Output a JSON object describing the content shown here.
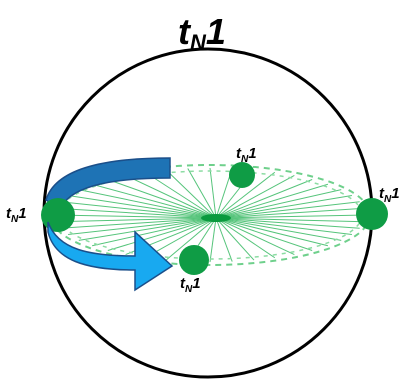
{
  "title": {
    "main": "t",
    "sub": "N",
    "suffix": "1"
  },
  "points": [
    {
      "id": "left",
      "main": "t",
      "sub": "N",
      "suffix": "1"
    },
    {
      "id": "top",
      "main": "t",
      "sub": "N",
      "suffix": "1"
    },
    {
      "id": "right",
      "main": "t",
      "sub": "N",
      "suffix": "1"
    },
    {
      "id": "bottom",
      "main": "t",
      "sub": "N",
      "suffix": "1"
    }
  ],
  "colors": {
    "sphere": "#000000",
    "point": "#0f9c45",
    "dash": "#6fd08c",
    "spoke": "#56c47b",
    "center": "#0a9a3e",
    "arrow_back": "#1e73b5",
    "arrow_front": "#18a9f0",
    "arrow_stroke": "#1b4f8a"
  }
}
